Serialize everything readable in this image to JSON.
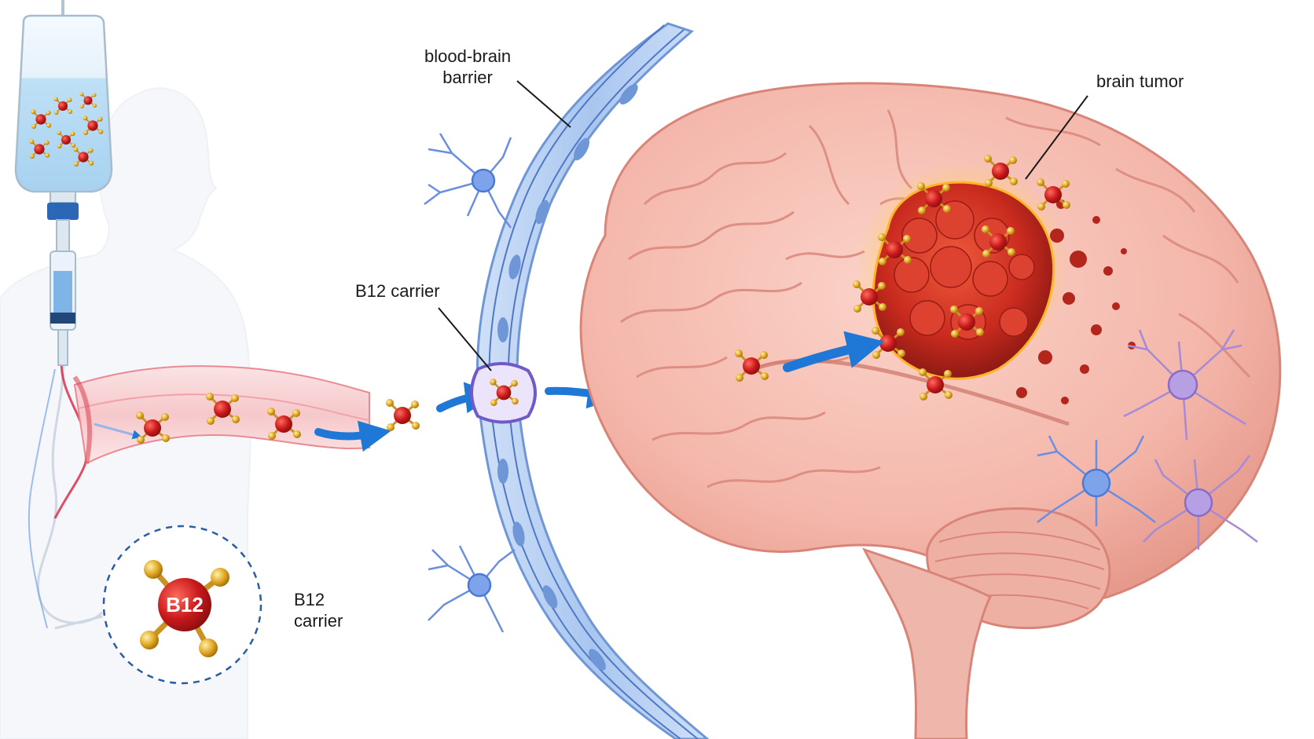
{
  "labels": {
    "bbb_line1": "blood-brain",
    "bbb_line2": "barrier",
    "b12_carrier_mid": "B12 carrier",
    "b12_carrier_inset_line1": "B12",
    "b12_carrier_inset_line2": "carrier",
    "brain_tumor": "brain tumor"
  },
  "molecule_label": "B12",
  "colors": {
    "molecule_core": "#c8191c",
    "molecule_arm": "#e0a521",
    "flow_arrow": "#1f78d6",
    "vessel": "#9fc0ec",
    "blood_vessel": "#e76a73",
    "brain": "#f4b6aa",
    "brain_shadow": "#e58f83",
    "tumor": "#c92a1e",
    "neuron_blue": "#4a7ad6",
    "neuron_purple": "#9a7ad0",
    "iv_bag": "#bcdcf4",
    "callout_line": "#1a1a1a"
  }
}
